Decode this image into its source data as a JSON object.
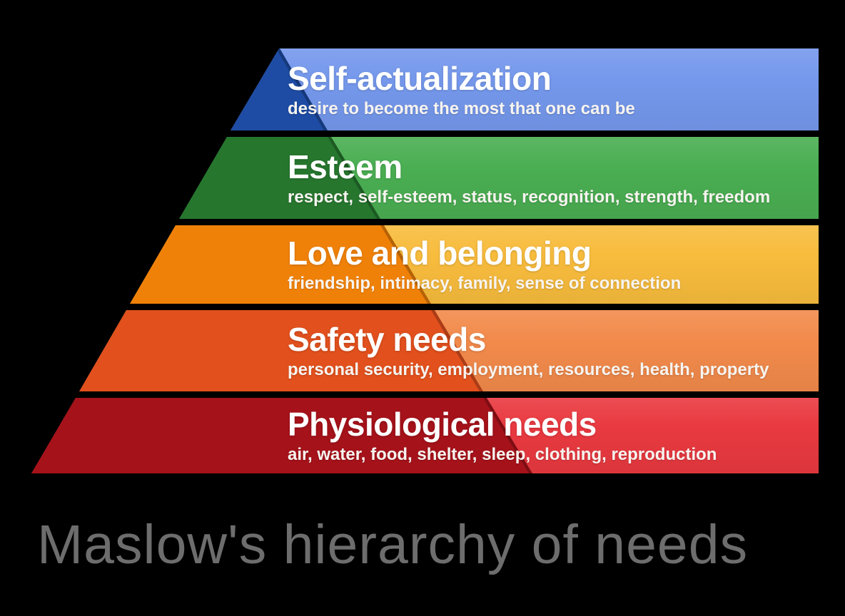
{
  "background_color": "#000000",
  "caption": {
    "text": "Maslow's hierarchy of needs",
    "color": "#6d6d6d"
  },
  "pyramid": {
    "levels": [
      {
        "id": "self-actualization",
        "title": "Self-actualization",
        "description": "desire to become the most that one can be",
        "color_light": "#7598ec",
        "color_dark": "#1e4ca4"
      },
      {
        "id": "esteem",
        "title": "Esteem",
        "description": "respect, self-esteem, status, recognition, strength, freedom",
        "color_light": "#4aae52",
        "color_dark": "#26762e"
      },
      {
        "id": "love-and-belonging",
        "title": "Love and belonging",
        "description": "friendship, intimacy, family, sense of connection",
        "color_light": "#f8bc3d",
        "color_dark": "#f08108"
      },
      {
        "id": "safety-needs",
        "title": "Safety needs",
        "description": "personal security, employment, resources, health, property",
        "color_light": "#f28a4b",
        "color_dark": "#e1501d"
      },
      {
        "id": "physiological-needs",
        "title": "Physiological needs",
        "description": "air, water, food, shelter, sleep, clothing, reproduction",
        "color_light": "#e93940",
        "color_dark": "#a5121a"
      }
    ]
  }
}
